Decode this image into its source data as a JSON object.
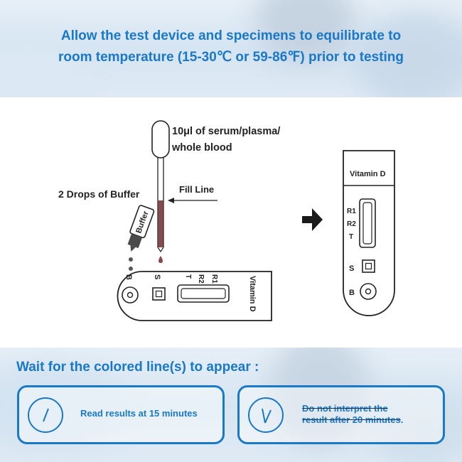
{
  "header": {
    "line1": "Allow the test device and specimens to equilibrate to",
    "line2": "room temperature (15-30℃ or 59-86℉) prior to testing"
  },
  "diagram": {
    "sample_label_line1": "10μl of serum/plasma/",
    "sample_label_line2": "whole blood",
    "fill_line_label": "Fill Line",
    "buffer_drops_label": "2 Drops of Buffer",
    "buffer_bottle_label": "Buffer",
    "device_name": "Vitamin D",
    "marker_r1": "R1",
    "marker_r2": "R2",
    "marker_t": "T",
    "marker_s": "S",
    "marker_b": "B"
  },
  "footer": {
    "instruction": "Wait for the colored line(s) to appear :",
    "read_results": "Read results at 15 minutes",
    "do_not_interpret_line1": "Do not interpret the",
    "do_not_interpret_line2": "result after 20 minutes",
    "do_not_interpret_end": "."
  },
  "colors": {
    "accent_blue": "#1a78c8",
    "arrow": "#1a1a1a"
  }
}
